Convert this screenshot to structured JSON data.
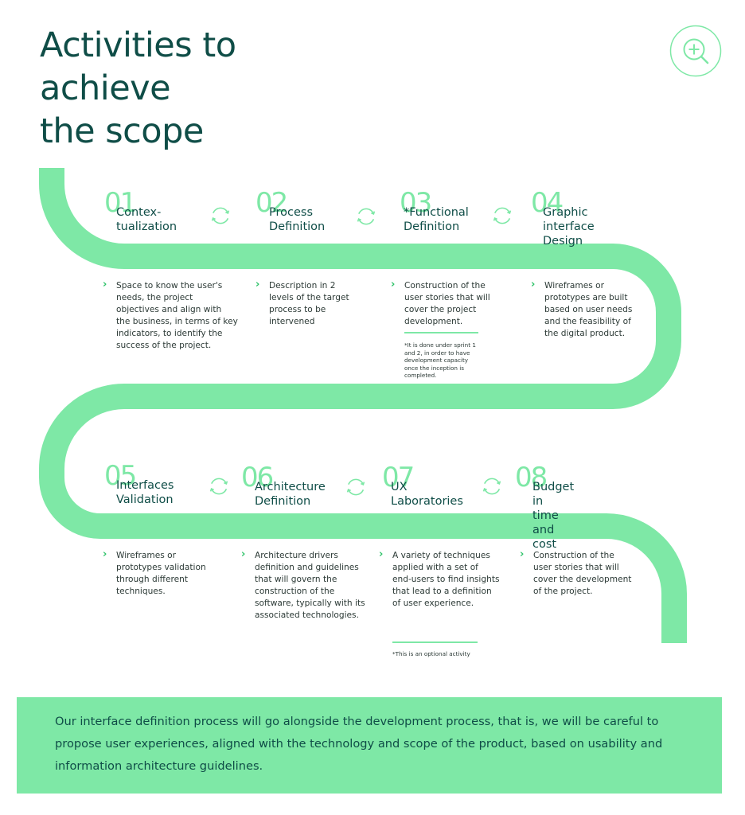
{
  "title": {
    "line1": "Activities to",
    "line2": "achieve",
    "line3": "the scope"
  },
  "colors": {
    "accent": "#7ee8a6",
    "dark": "#0f4d47",
    "chevron": "#2fc36a"
  },
  "icons": {
    "zoom": "zoom-in-icon",
    "cycle": "refresh-cycle-icon",
    "bullet": "chevron-right-icon"
  },
  "steps": [
    {
      "num": "01",
      "name": "Contex-\ntualization",
      "desc": "Space to know the user's\nneeds, the project\nobjectives and align with\nthe business, in terms of key\nindicators, to identify the\nsuccess of the project."
    },
    {
      "num": "02",
      "name": "Process\nDefinition",
      "desc": "Description in 2\nlevels of the target\nprocess to be\nintervened"
    },
    {
      "num": "03",
      "name": "*Functional\nDefinition",
      "desc": "Construction of the\nuser stories that will\ncover the project\ndevelopment.",
      "note": "*It is done under sprint  1\nand 2, in order to have\ndevelopment capacity\nonce the inception is\ncompleted."
    },
    {
      "num": "04",
      "name": "Graphic\ninterface Design",
      "desc": "Wireframes or\nprototypes are built\nbased on user needs\nand the feasibility of\nthe digital product."
    },
    {
      "num": "05",
      "name": "Interfaces\nValidation",
      "desc": "Wireframes or\nprototypes validation\nthrough different\ntechniques."
    },
    {
      "num": "06",
      "name": "Architecture\nDefinition",
      "desc": "Architecture drivers\ndefinition and guidelines\nthat will govern the\nconstruction of the\nsoftware, typically with its\nassociated technologies."
    },
    {
      "num": "07",
      "name": "UX\nLaboratories",
      "desc": "A variety of techniques\napplied with a set of\nend-users to find insights\nthat lead to a definition\nof user experience.",
      "note": "*This is an optional activity"
    },
    {
      "num": "08",
      "name": "Budget in\ntime and cost",
      "desc": "Construction of the\nuser stories that will\ncover the development\nof the project."
    }
  ],
  "footer": "Our interface definition process will go alongside the development process, that is, we will be careful to propose user experiences, aligned with the technology and scope of the product, based on usability and information architecture guidelines."
}
